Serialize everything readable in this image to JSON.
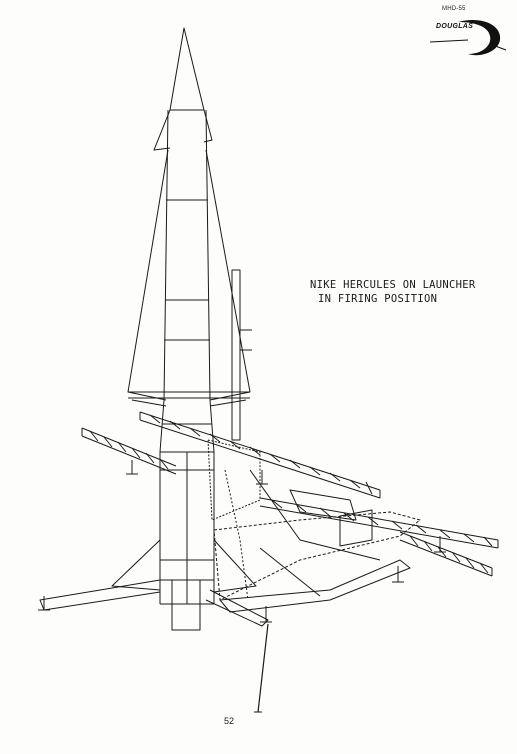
{
  "header": {
    "document_code": "MHD-55",
    "logo_text": "DOUGLAS"
  },
  "caption": {
    "line1": "NIKE HERCULES ON LAUNCHER",
    "line2": "IN FIRING POSITION"
  },
  "footer": {
    "page_number": "52"
  },
  "icons": {
    "logo": "douglas-logo-icon",
    "illustration": "missile-on-launcher-illustration"
  },
  "colors": {
    "paper": "#fdfdfb",
    "ink": "#1a1a1a"
  }
}
